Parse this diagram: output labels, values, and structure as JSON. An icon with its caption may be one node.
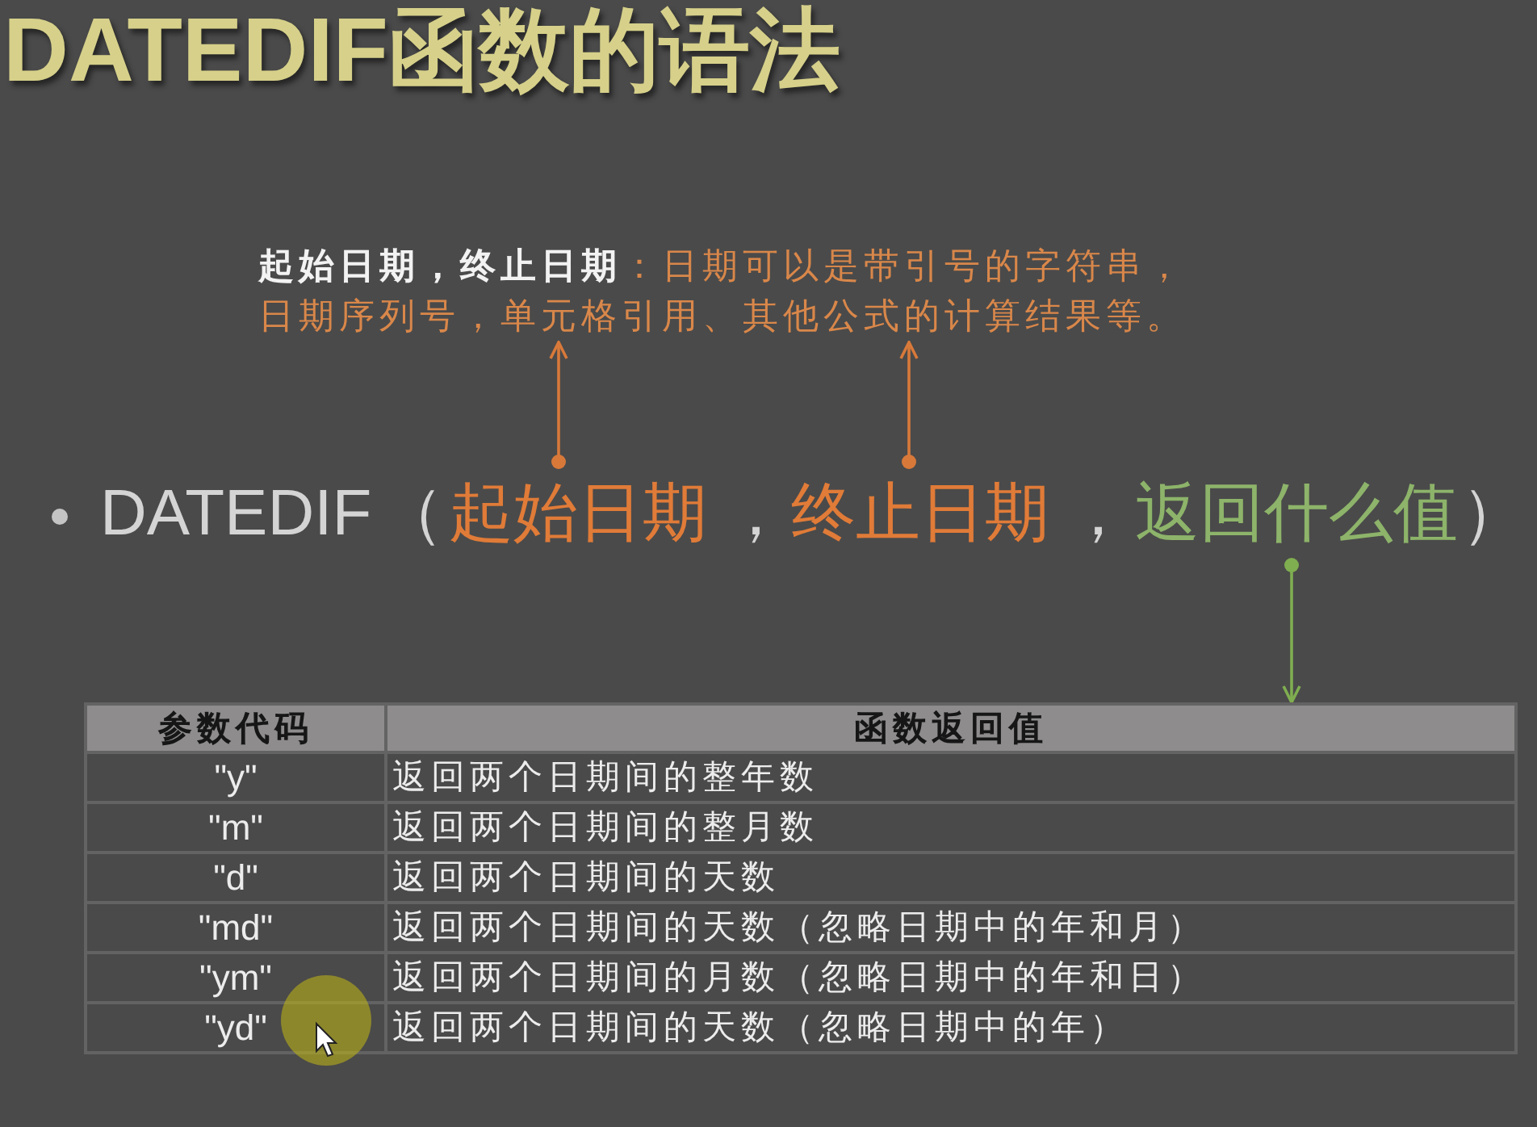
{
  "diagram": {
    "title": "DATEDIF函数的语法",
    "nodes": [
      {
        "text": [
          "**起始日期，终止日期**：日期可以是带引号的字符串，日期序列号，单元格引用、其他公式的计算结果等。"
        ]
      },
      {
        "text": [
          "起始日期"
        ]
      },
      {
        "text": [
          "终止日期"
        ]
      },
      {
        "text": [
          "返回什么值"
        ]
      },
      {
        "text": [
          "参数代码",
          "函数返回值",
          "\"y\"",
          "返回两个日期间的整年数",
          "\"m\"",
          "返回两个日期间的整月数",
          "\"d\"",
          "返回两个日期间的天数",
          "\"md\"",
          "返回两个日期间的天数（忽略日期中的年和月）",
          "\"ym\"",
          "返回两个日期间的月数（忽略日期中的年和日）",
          "\"yd\"",
          "返回两个日期间的天数（忽略日期中的年）"
        ]
      }
    ],
    "edges": [
      {
        "from": 1,
        "to": 0,
        "arrow": "to",
        "color": "#d8793a"
      },
      {
        "from": 2,
        "to": 0,
        "arrow": "to",
        "color": "#d8793a"
      },
      {
        "from": 3,
        "to": 4,
        "arrow": "to",
        "color": "#7fae50"
      }
    ],
    "labels": [
      "DATEDIF",
      "（",
      "，",
      "，",
      "）"
    ]
  }
}
